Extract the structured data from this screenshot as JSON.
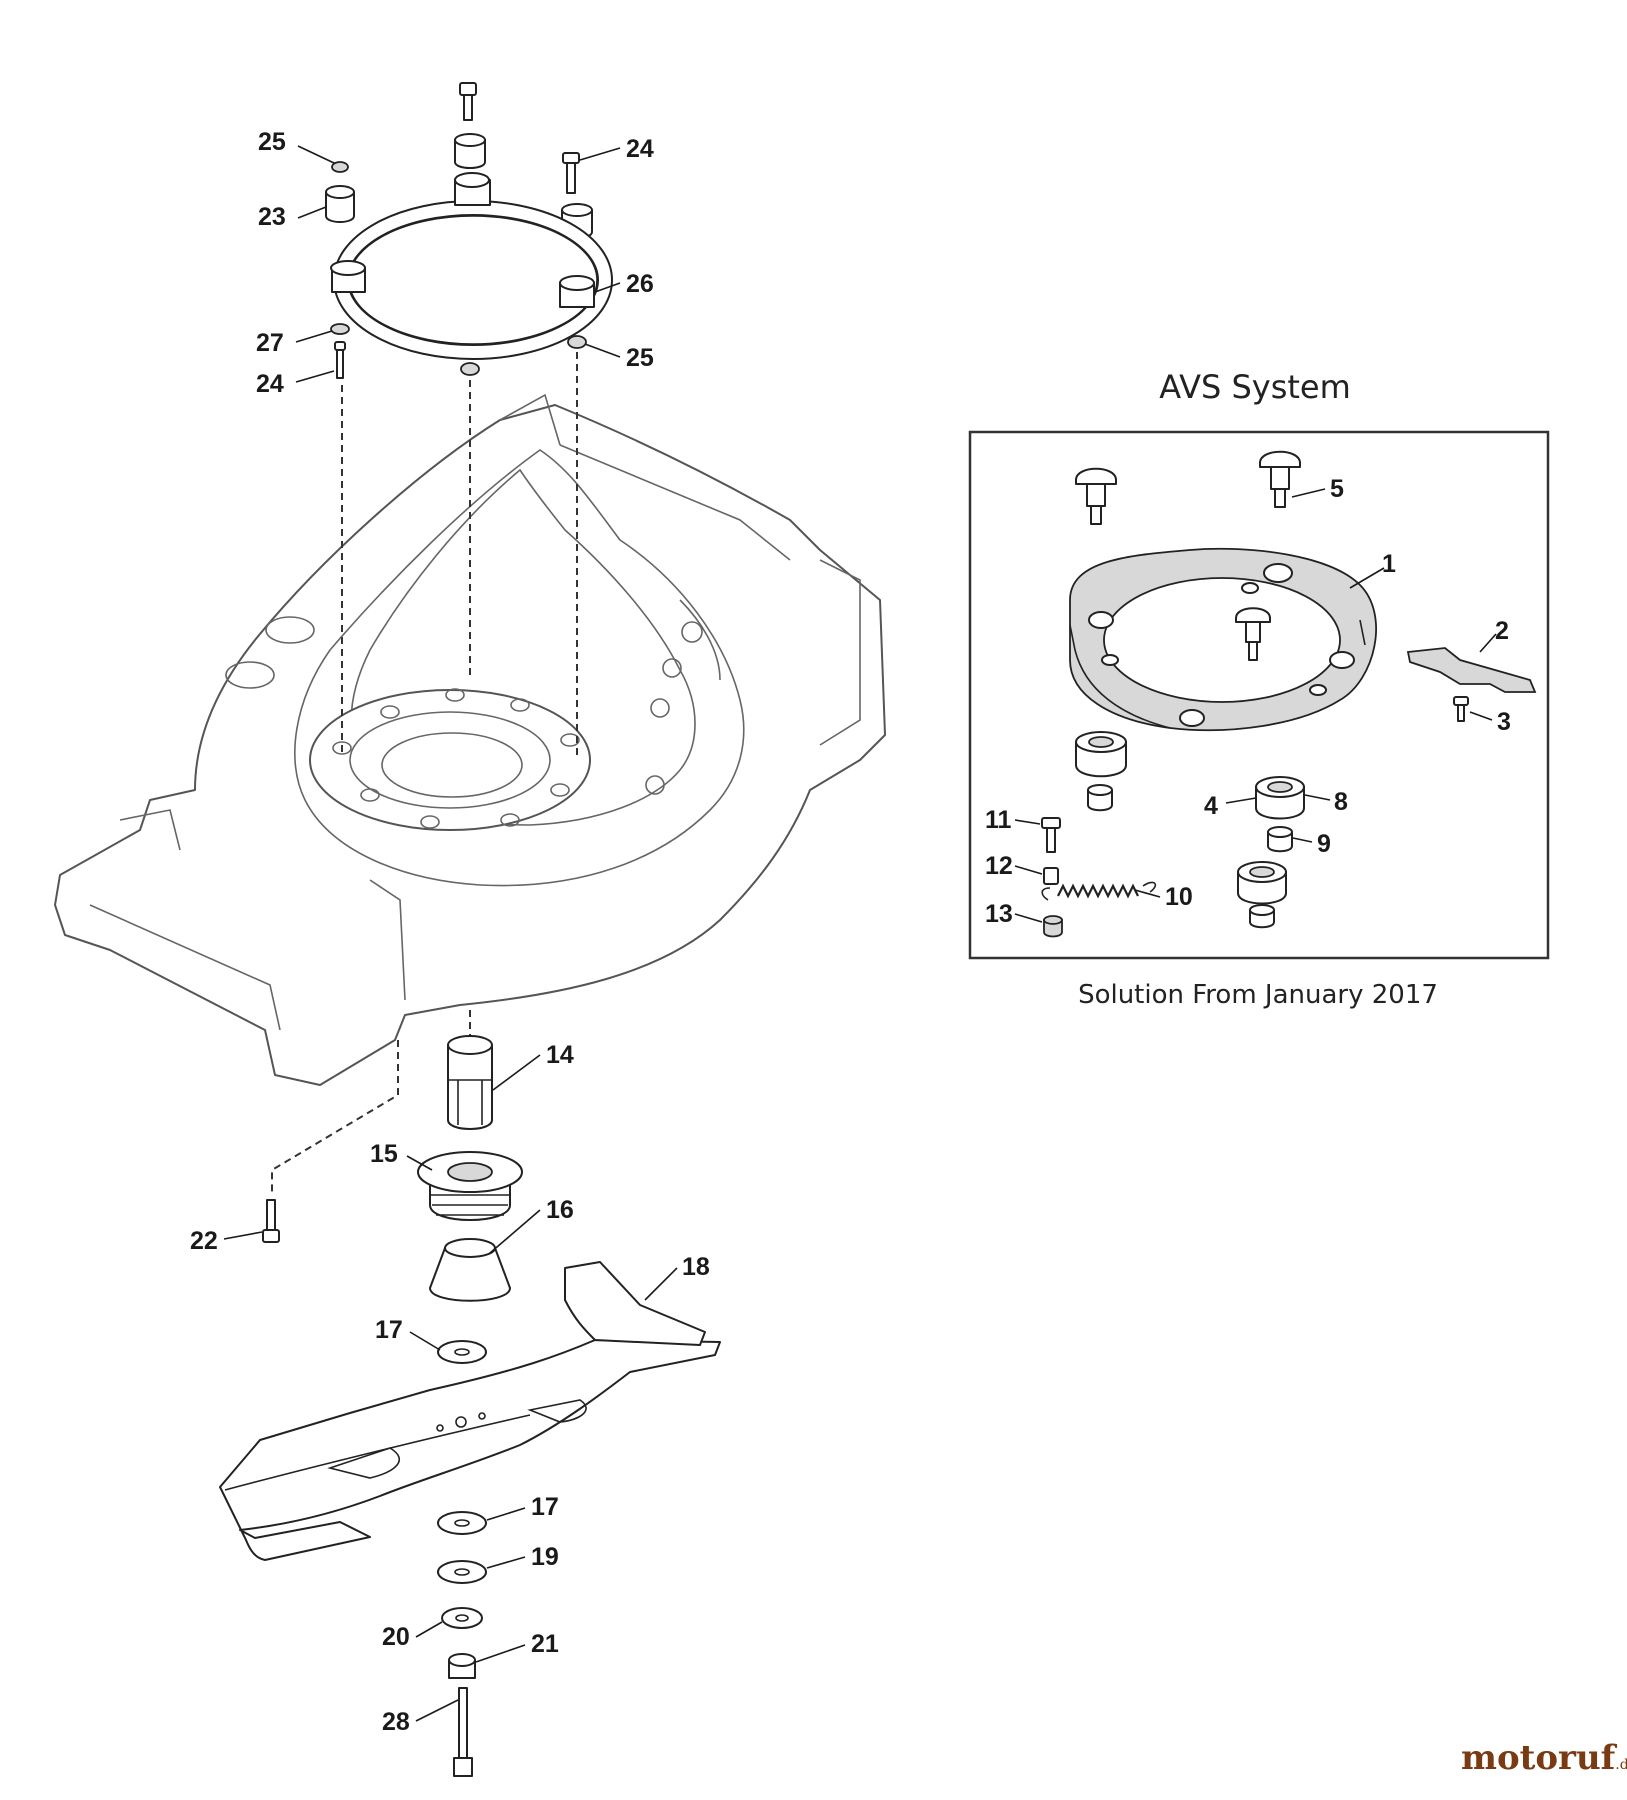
{
  "avs": {
    "title": "AVS System",
    "caption": "Solution From January 2017"
  },
  "callouts": {
    "main": [
      "25",
      "24",
      "23",
      "26",
      "27",
      "24",
      "25",
      "14",
      "15",
      "16",
      "22",
      "18",
      "17",
      "17",
      "19",
      "20",
      "21",
      "28"
    ],
    "avs": [
      "5",
      "1",
      "2",
      "3",
      "4",
      "8",
      "9",
      "11",
      "12",
      "10",
      "13"
    ]
  },
  "brand": {
    "name": "motoruf",
    "tld": ".de",
    "color": "#7a3a12"
  },
  "icons": [
    "mower-deck",
    "blade",
    "blade-adapter",
    "washer",
    "bolt",
    "nut",
    "spacer",
    "ring-bracket",
    "spring",
    "damper-plate"
  ]
}
